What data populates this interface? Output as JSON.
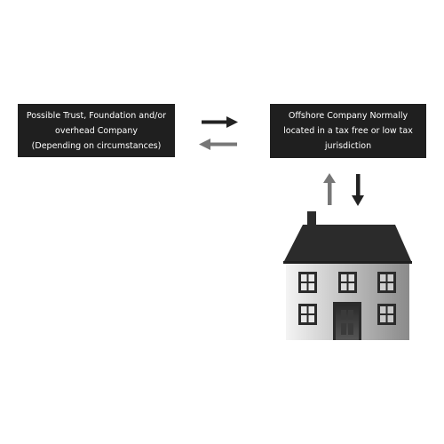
{
  "boxes": {
    "left": {
      "lines": [
        "Possible Trust, Foundation and/or",
        "overhead Company",
        "(Depending on circumstances)"
      ]
    },
    "right": {
      "lines": [
        "Offshore Company Normally",
        "located in a tax free or low tax",
        "jurisdiction"
      ]
    }
  },
  "colors": {
    "box_fill": "#1f1f1f",
    "box_text": "#ffffff",
    "arrow_dark": "#222222",
    "arrow_gray": "#777777",
    "roof": "#2b2b2b",
    "house_wall_light": "#f4f4f4",
    "house_wall_dark": "#8a8a8a"
  },
  "icons": {
    "horizontal_arrows": [
      "arrow-right-icon",
      "arrow-left-icon"
    ],
    "vertical_arrows": [
      "arrow-up-icon",
      "arrow-down-icon"
    ],
    "house": "house-icon"
  }
}
